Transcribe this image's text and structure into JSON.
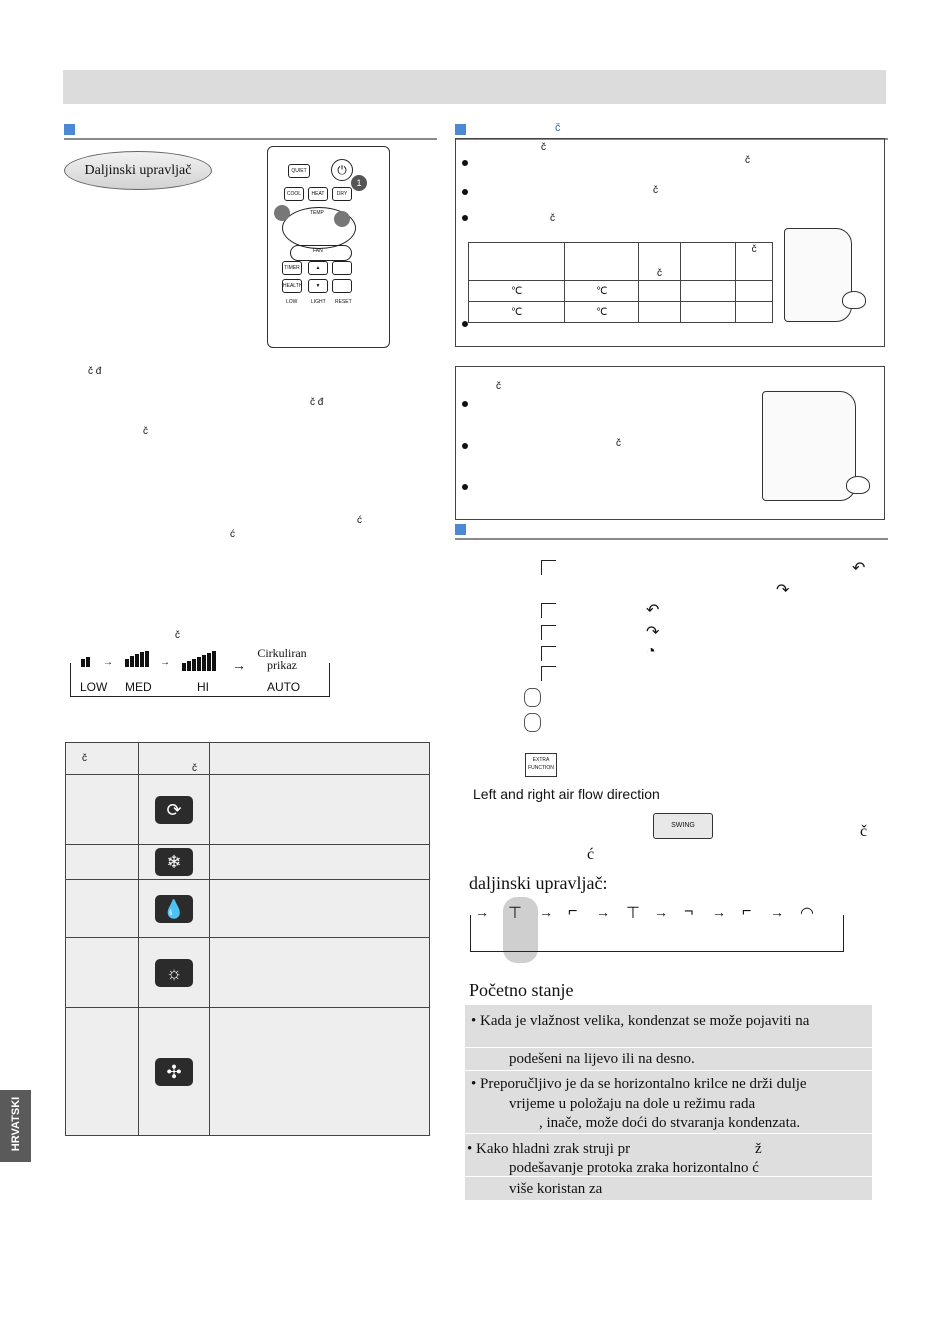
{
  "left": {
    "badge": "Daljinski upravljač",
    "remote_buttons": [
      "QUIET",
      "COOL",
      "HEAT",
      "DRY",
      "TEMP",
      "FAN",
      "HEALTH",
      "TIMER",
      "LOW",
      "LIGHT",
      "RESET"
    ],
    "callout": "1",
    "frag_ac": "č    đ",
    "fan_seq": {
      "low": "LOW",
      "med": "MED",
      "hi": "HI",
      "cycle": "Cirkuliran\nprikaz",
      "auto": "AUTO"
    },
    "table_header_1": "č",
    "table_header_2": "č"
  },
  "right": {
    "section_title": "č",
    "temp_table_cell": "č",
    "celsius": "℃",
    "flow_title": "Left and right air flow direction",
    "swing_label": "SWING",
    "extra_label": "EXTRA\nFUNCTION",
    "remote_text": "daljinski upravljač:",
    "initial_state": "Početno stanje",
    "note_c": "č",
    "note_c2": "ć",
    "notes": [
      "• Kada je vlažnost velika, kondenzat se može pojaviti na",
      "podešeni na lijevo ili na desno.",
      "• Preporučljivo je da se horizontalno krilce ne drži dulje",
      "vrijeme u položaju na dole u režimu rada",
      ", inače, može doći do stvaranja kondenzata.",
      "• Kako hladni zrak struji pr",
      "ž",
      "podešavanje protoka zraka horizontalno ć",
      "više koristan za"
    ]
  },
  "side_tab": "HRVATSKI",
  "colors": {
    "accent": "#4b89d6",
    "topbar": "#dcdcdc",
    "note_bg": "#dedede"
  }
}
